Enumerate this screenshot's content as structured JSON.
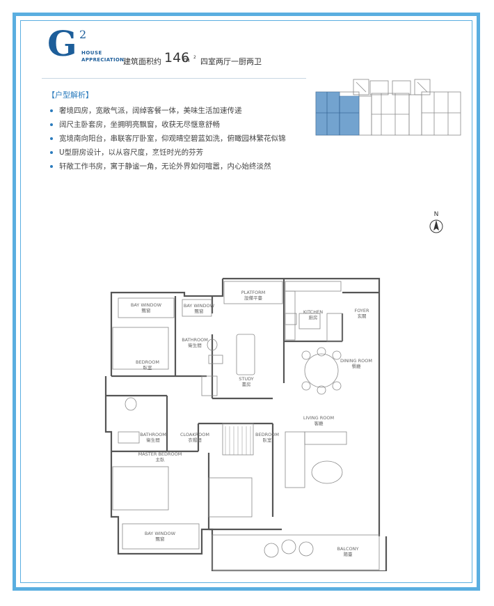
{
  "header": {
    "letter": "G",
    "superscript": "2",
    "line1": "HOUSE",
    "line2": "APPRECIATION",
    "area_label": "建筑面积约",
    "area_value": "146",
    "area_unit": "m",
    "area_unit_sup": "2",
    "layout": "四室两厅一厨两卫"
  },
  "section_title": "【户型解析】",
  "features": [
    "奢境四房，宽敞气派，阔绰客餐一体，美味生活加速传递",
    "阔尺主卧套房，坐拥明亮飘窗，收获无尽惬意舒畅",
    "宽境南向阳台，串联客厅卧室，仰观晴空碧蓝如洗，俯瞰园林繁花似锦",
    "U型厨房设计，以从容尺度，烹饪时光的芬芳",
    "轩敞工作书房，寓于静谧一角，无论外界如何喧嚣，内心始终淡然"
  ],
  "compass": {
    "label": "N"
  },
  "rooms": {
    "platform_en": "PLATFORM",
    "platform_cn": "設備平臺",
    "bay1_en": "BAY WINDOW",
    "bay1_cn": "飄窗",
    "bay2_en": "BAY WINDOW",
    "bay2_cn": "飄窗",
    "kitchen_en": "KITCHEN",
    "kitchen_cn": "廚房",
    "foyer_en": "FOYER",
    "foyer_cn": "玄關",
    "bath1_en": "BATHROOM",
    "bath1_cn": "衛生間",
    "bed1_en": "BEDROOM",
    "bed1_cn": "臥室",
    "dining_en": "DINING ROOM",
    "dining_cn": "餐廳",
    "study_en": "STUDY",
    "study_cn": "書房",
    "living_en": "LIVING ROOM",
    "living_cn": "客廳",
    "bath2_en": "BATHROOM",
    "bath2_cn": "衛生間",
    "cloak_en": "CLOAKROOM",
    "cloak_cn": "衣帽間",
    "bed2_en": "BEDROOM",
    "bed2_cn": "臥室",
    "master_en": "MASTER BEDROOM",
    "master_cn": "主臥",
    "bay3_en": "BAY WINDOW",
    "bay3_cn": "飄窗",
    "balcony_en": "BALCONY",
    "balcony_cn": "陽臺"
  },
  "colors": {
    "frame": "#5aaee0",
    "brand": "#1d5e9a",
    "highlight": "#5b93c7",
    "wall": "#555555"
  }
}
